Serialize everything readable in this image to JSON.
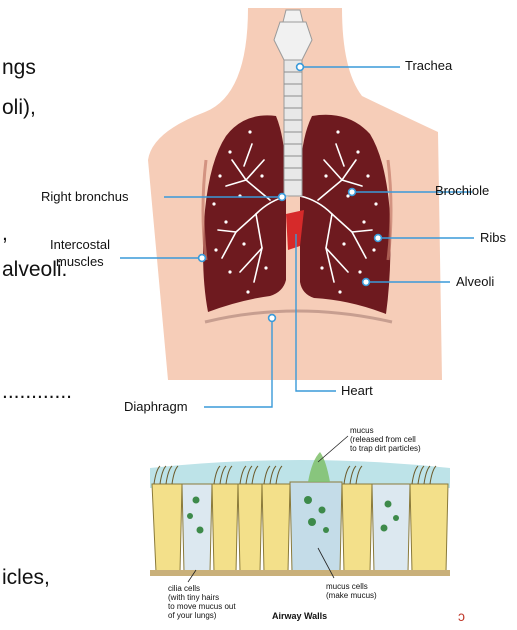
{
  "left_text": {
    "l1": "ngs",
    "l2": "oli),",
    "l3": ",",
    "l4": "alveoli.",
    "l5": "............",
    "l6": "icles,"
  },
  "lungs_diagram": {
    "labels": {
      "trachea": "Trachea",
      "right_bronchus": "Right bronchus",
      "brochiole": "Brochiole",
      "intercostal_line1": "Intercostal",
      "intercostal_line2": "muscles",
      "ribs": "Ribs",
      "alveoli": "Alveoli",
      "heart": "Heart",
      "diaphragm": "Diaphragm"
    },
    "colors": {
      "skin": "#f6cdb8",
      "lung": "#6e1a1f",
      "heart": "#d62a2a",
      "leader_line": "#3a9ad9"
    }
  },
  "airway_diagram": {
    "labels": {
      "mucus_1": "mucus",
      "mucus_2": "(released from cell",
      "mucus_3": "to trap dirt particles)",
      "cilia_1": "cilia cells",
      "cilia_2": "(with tiny hairs",
      "cilia_3": "to move mucus out",
      "cilia_4": "of your lungs)",
      "mucus_cells_1": "mucus cells",
      "mucus_cells_2": "(make mucus)",
      "title": "Airway Walls"
    },
    "mark": "ↄ"
  }
}
